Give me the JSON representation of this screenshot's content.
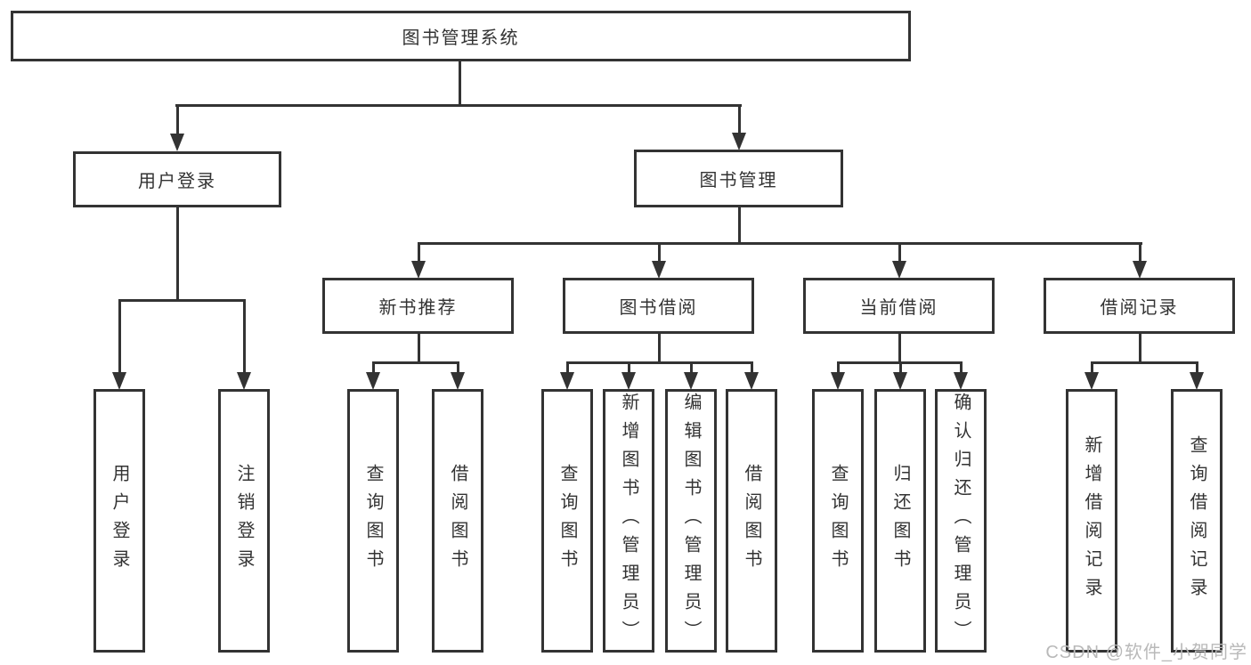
{
  "diagram_title": "图书管理系统",
  "colors": {
    "line": "#333333",
    "text": "#333333",
    "box_background": "#ffffff",
    "page_background": "#ffffff",
    "watermark": "#b9b9b9"
  },
  "tree": {
    "root": "图书管理系统",
    "children": [
      {
        "label": "用户登录",
        "children": [
          {
            "label": "用户登录"
          },
          {
            "label": "注销登录"
          }
        ]
      },
      {
        "label": "图书管理",
        "children": [
          {
            "label": "新书推荐",
            "children": [
              {
                "label": "查询图书"
              },
              {
                "label": "借阅图书"
              }
            ]
          },
          {
            "label": "图书借阅",
            "children": [
              {
                "label": "查询图书"
              },
              {
                "label": "新增图书（管理员）"
              },
              {
                "label": "编辑图书（管理员）"
              },
              {
                "label": "借阅图书"
              }
            ]
          },
          {
            "label": "当前借阅",
            "children": [
              {
                "label": "查询图书"
              },
              {
                "label": "归还图书"
              },
              {
                "label": "确认归还（管理员）"
              }
            ]
          },
          {
            "label": "借阅记录",
            "children": [
              {
                "label": "新增借阅记录"
              },
              {
                "label": "查询借阅记录"
              }
            ]
          }
        ]
      }
    ]
  },
  "watermark": "CSDN @软件_小贺同学"
}
